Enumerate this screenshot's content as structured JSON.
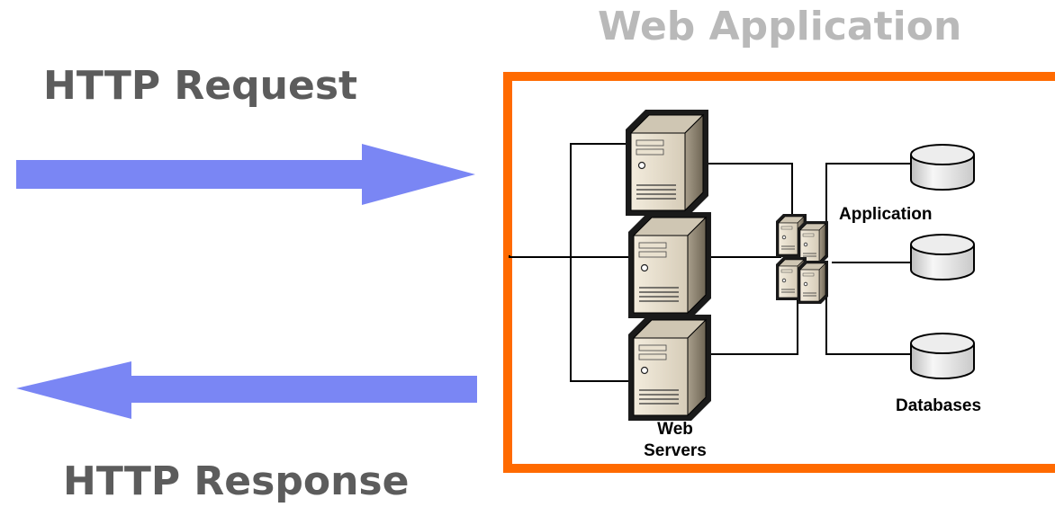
{
  "titles": {
    "web_application": "Web Application",
    "http_request": "HTTP Request",
    "http_response": "HTTP Response"
  },
  "labels": {
    "application": "Application",
    "databases": "Databases",
    "web_servers_line1": "Web",
    "web_servers_line2": "Servers"
  },
  "colors": {
    "arrow": "#7a86f4",
    "frame": "#ff6a00",
    "title_gray": "#b9b9b9",
    "heading_dark": "#5c5c5c"
  }
}
